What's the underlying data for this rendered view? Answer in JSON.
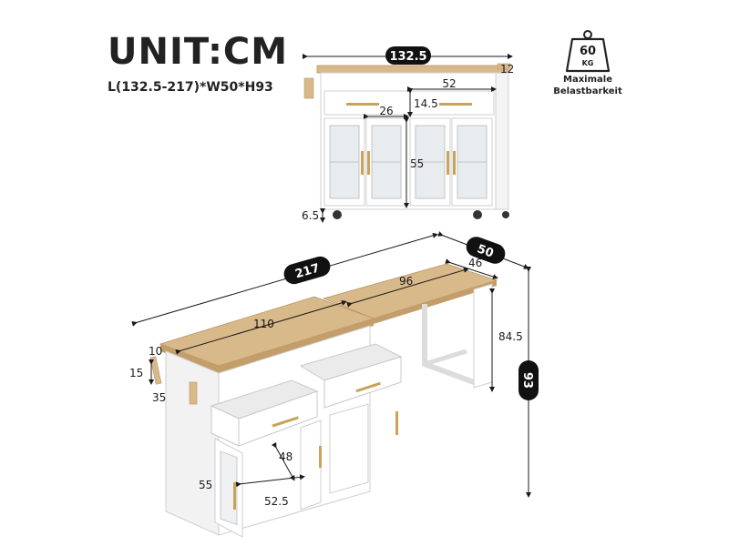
{
  "title": "UNIT:CM",
  "subtitle": "L(132.5-217)*W50*H93",
  "weight_badge": {
    "value": "60",
    "unit": "KG",
    "label_line1": "Maximale",
    "label_line2": "Belastbarkeit",
    "icon": "weight-icon"
  },
  "front_view": {
    "width": "132.5",
    "drawer_width": "52",
    "side_depth": "12",
    "drawer_height": "14.5",
    "door_width": "26",
    "door_height": "55",
    "wheel_height": "6.5"
  },
  "extended_view": {
    "total_length": "217",
    "width": "50",
    "extension_depth": "46",
    "extension_length": "96",
    "top_length": "110",
    "table_height": "84.5",
    "total_height": "93",
    "towel_bar_a": "10",
    "towel_bar_b": "15",
    "towel_bar_c": "35",
    "cabinet_height": "55",
    "cabinet_inner_depth": "48",
    "cabinet_inner_width": "52.5"
  },
  "colors": {
    "wood": "#d8b98a",
    "wood_dark": "#c39e6a",
    "white": "#ffffff",
    "frame": "#d8d8d8",
    "gold": "#c9a35a",
    "pill": "#111111"
  }
}
